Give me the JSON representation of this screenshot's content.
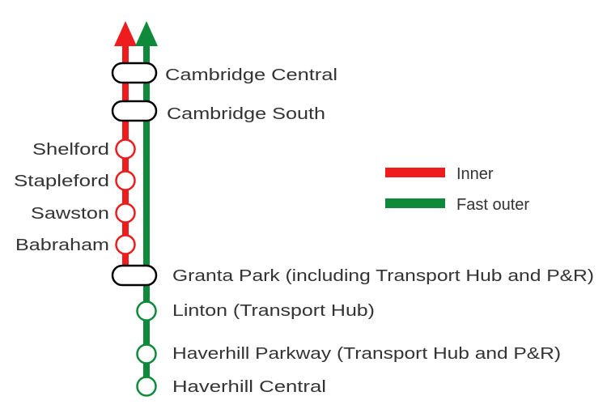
{
  "lines": {
    "inner": {
      "label": "Inner",
      "color": "#ee1c1c"
    },
    "outer": {
      "label": "Fast outer",
      "color": "#0f8a3a"
    }
  },
  "stations": {
    "cambridge_central": "Cambridge Central",
    "cambridge_south": "Cambridge South",
    "shelford": "Shelford",
    "stapleford": "Stapleford",
    "sawston": "Sawston",
    "babraham": "Babraham",
    "granta_park": "Granta Park (including Transport Hub and P&R)",
    "linton": "Linton (Transport Hub)",
    "haverhill_parkway": "Haverhill Parkway (Transport Hub and P&R)",
    "haverhill_central": "Haverhill Central"
  }
}
